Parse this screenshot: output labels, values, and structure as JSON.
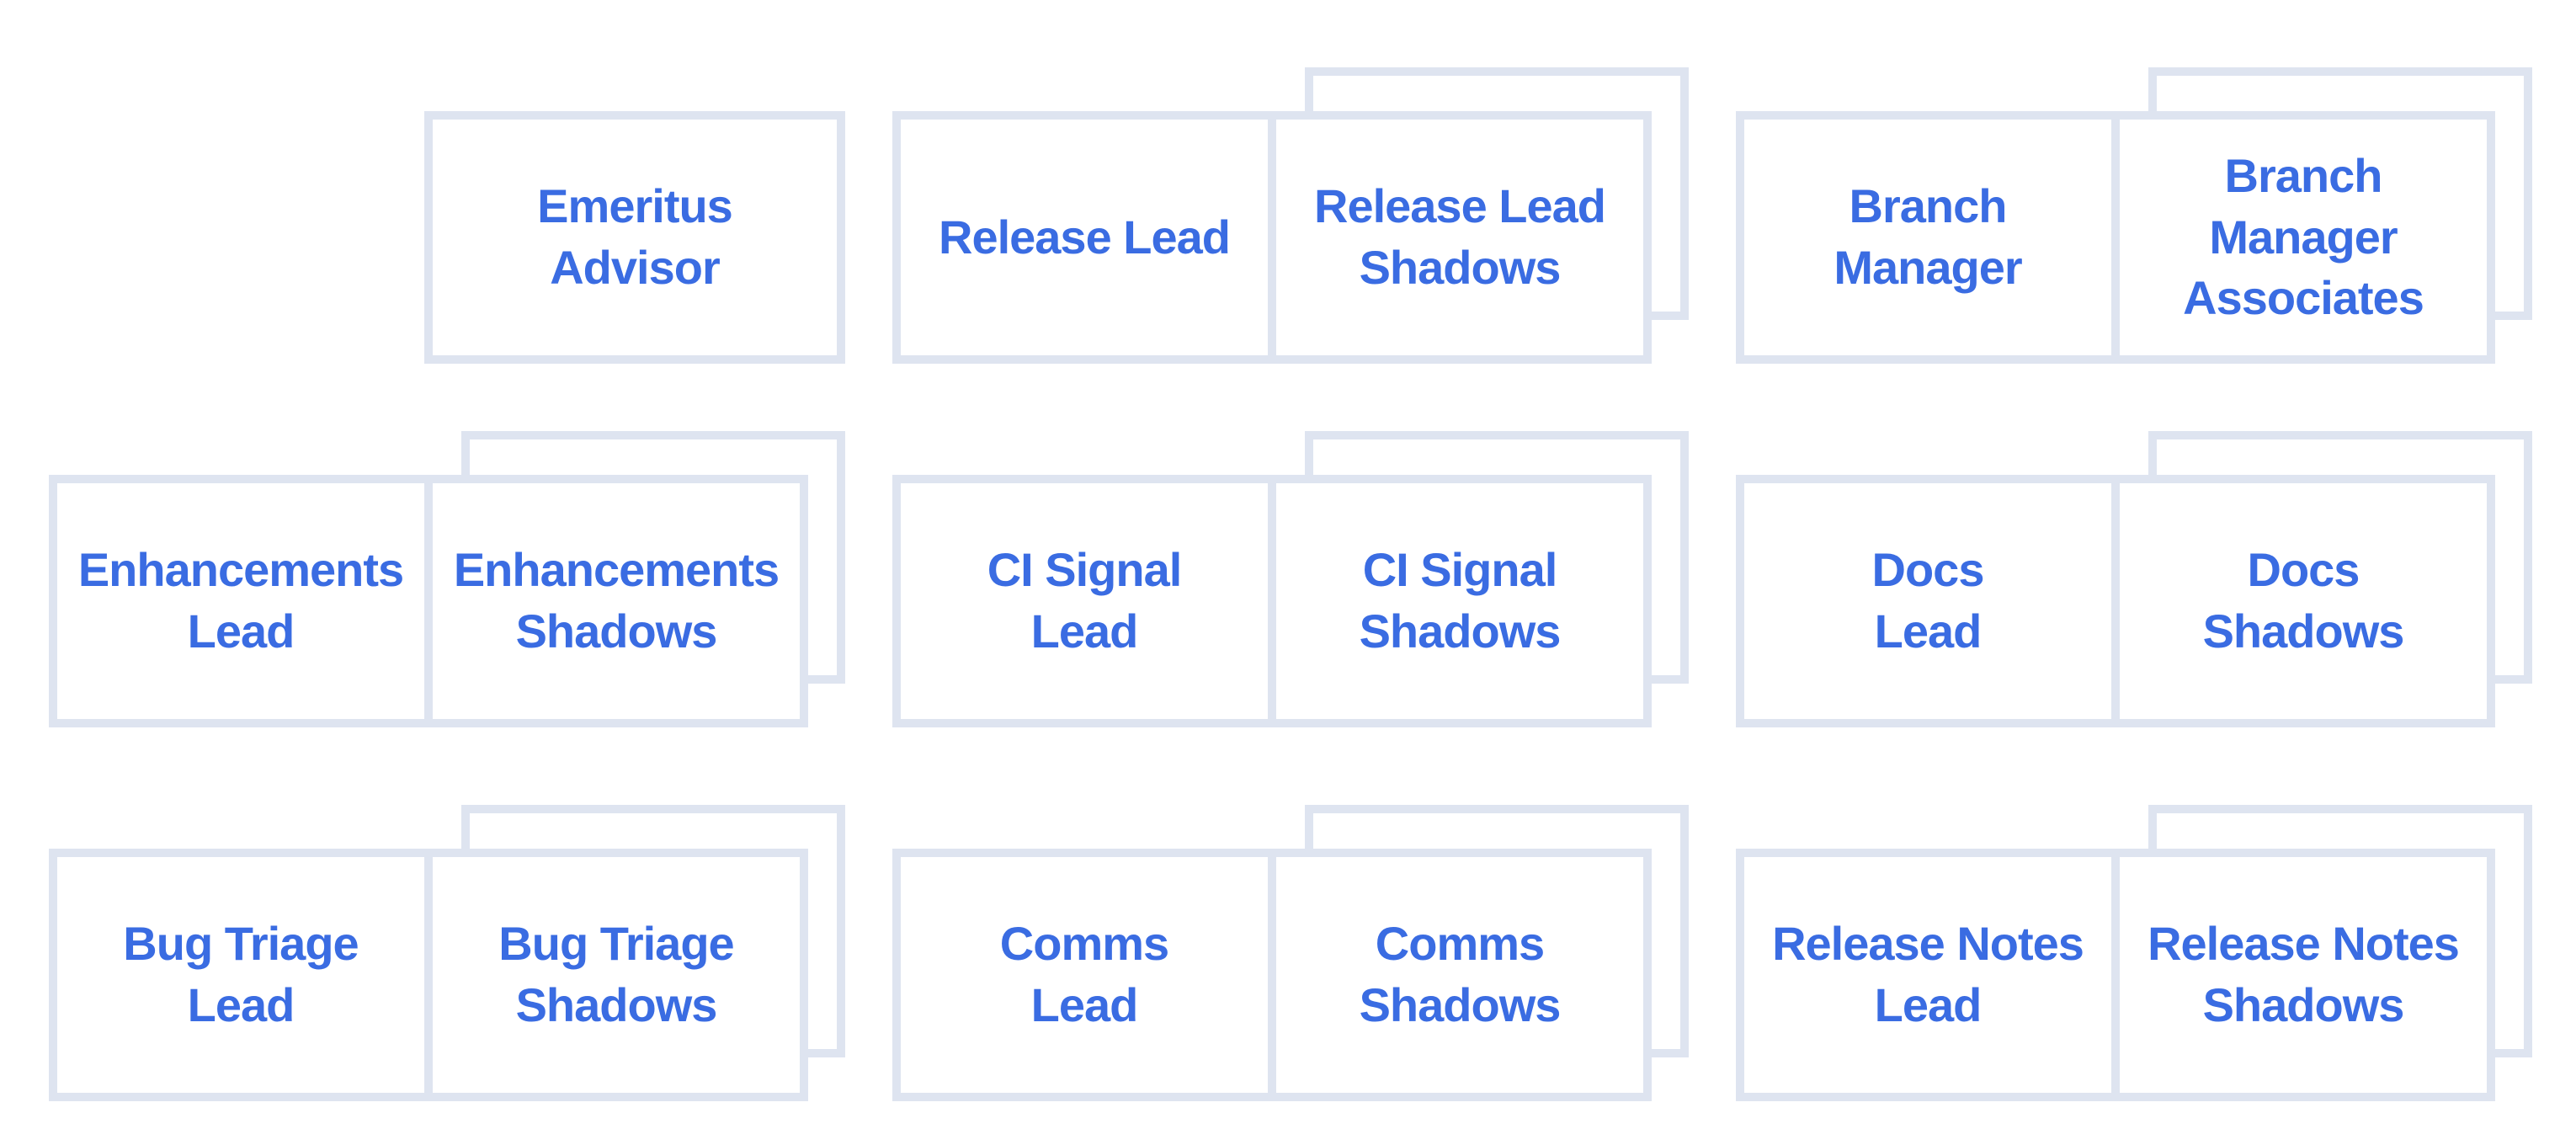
{
  "theme": {
    "background": "#ffffff",
    "card_border": "#dee4f0",
    "label_color": "#3a6ce2"
  },
  "groups": [
    {
      "name": "emeritus-advisor",
      "single": "Emeritus\nAdvisor"
    },
    {
      "name": "release-lead",
      "lead": "Release Lead",
      "shadows": "Release Lead\nShadows",
      "stacked": true
    },
    {
      "name": "branch-manager",
      "lead": "Branch\nManager",
      "shadows": "Branch\nManager\nAssociates",
      "stacked": true
    },
    {
      "name": "enhancements",
      "lead": "Enhancements\nLead",
      "shadows": "Enhancements\nShadows",
      "stacked": true
    },
    {
      "name": "ci-signal",
      "lead": "CI Signal\nLead",
      "shadows": "CI Signal\nShadows",
      "stacked": true
    },
    {
      "name": "docs",
      "lead": "Docs\nLead",
      "shadows": "Docs\nShadows",
      "stacked": true
    },
    {
      "name": "bug-triage",
      "lead": "Bug Triage\nLead",
      "shadows": "Bug Triage\nShadows",
      "stacked": true
    },
    {
      "name": "comms",
      "lead": "Comms\nLead",
      "shadows": "Comms\nShadows",
      "stacked": true
    },
    {
      "name": "release-notes",
      "lead": "Release Notes\nLead",
      "shadows": "Release Notes\nShadows",
      "stacked": true
    }
  ]
}
